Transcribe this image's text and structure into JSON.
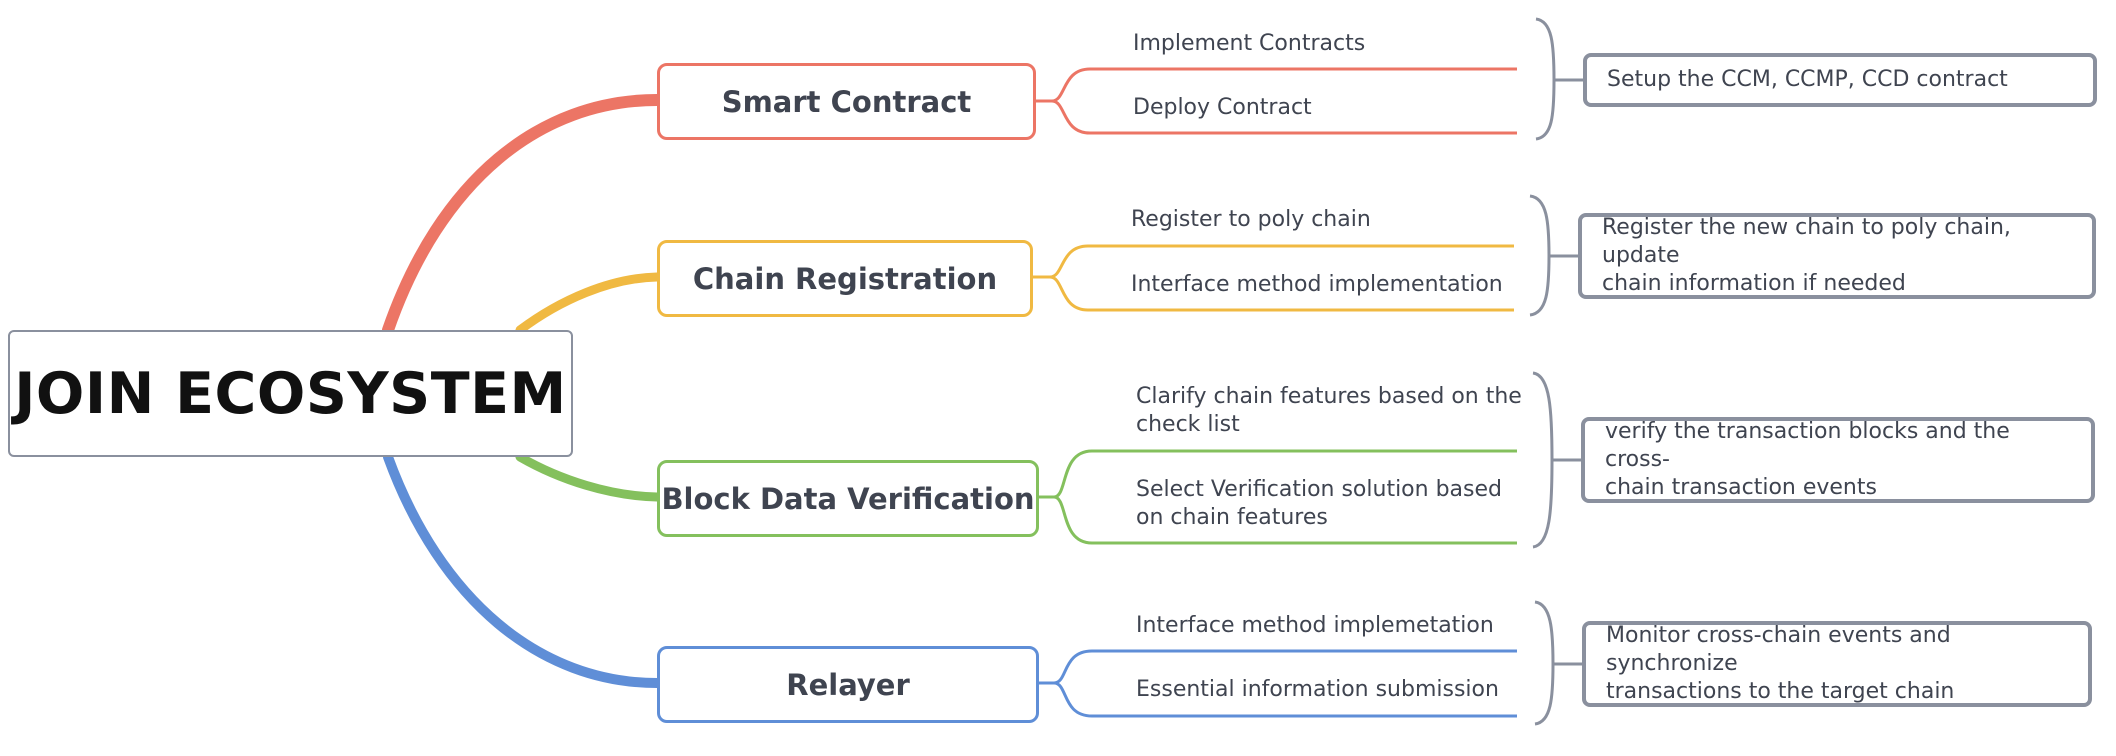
{
  "root": {
    "title": "JOIN ECOSYSTEM"
  },
  "colors": {
    "smart_contract": "#ec7565",
    "chain_registration": "#f0b942",
    "block_data_verification": "#84c05d",
    "relayer": "#5f8ed7",
    "bracket": "#8a909e",
    "text": "#3f4450"
  },
  "branches": [
    {
      "title": "Smart Contract",
      "tasks": [
        "Implement Contracts",
        "Deploy Contract"
      ],
      "summary": [
        "Setup the CCM, CCMP, CCD contract"
      ]
    },
    {
      "title": "Chain Registration",
      "tasks": [
        "Register to poly chain",
        "Interface method implementation"
      ],
      "summary": [
        "Register the new chain to poly chain, update",
        "chain information if needed"
      ]
    },
    {
      "title": "Block Data Verification",
      "tasks": [
        [
          "Clarify chain features based on the",
          "check list"
        ],
        [
          "Select Verification solution based",
          "on chain features"
        ]
      ],
      "summary": [
        "verify the transaction blocks and the cross-",
        "chain transaction events"
      ]
    },
    {
      "title": "Relayer",
      "tasks": [
        "Interface method implemetation",
        "Essential information submission"
      ],
      "summary": [
        "Monitor cross-chain events and synchronize",
        "transactions to the target chain"
      ]
    }
  ]
}
